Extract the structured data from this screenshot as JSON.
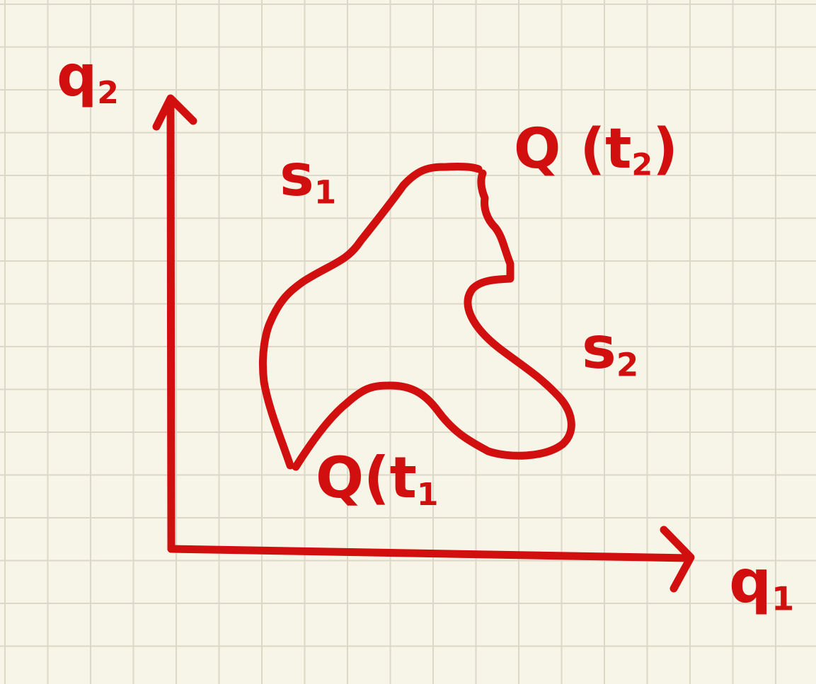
{
  "colors": {
    "ink": "#d10f0f",
    "paper": "#f7f4e8",
    "grid": "#dcd8c8"
  },
  "axes": {
    "vertical_label": {
      "base": "q",
      "sub": "2"
    },
    "horizontal_label": {
      "base": "q",
      "sub": "1"
    }
  },
  "curves": {
    "upper_path_label": {
      "base": "s",
      "sub": "1"
    },
    "lower_path_label": {
      "base": "s",
      "sub": "2"
    }
  },
  "points": {
    "start": {
      "text": "Q(t",
      "sub": "1"
    },
    "end": {
      "text": "Q (t",
      "sub": "2",
      "close": ")"
    }
  }
}
